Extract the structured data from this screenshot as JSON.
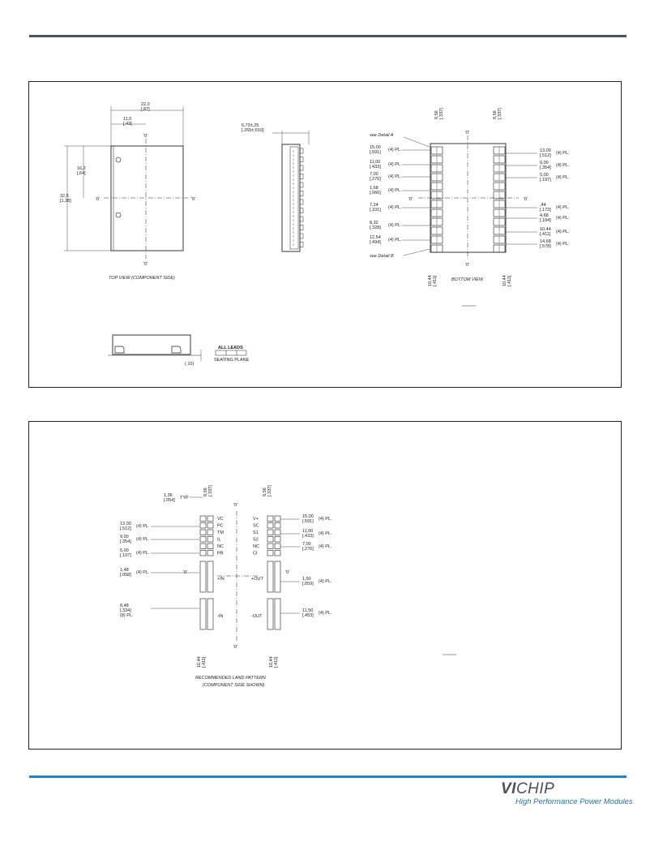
{
  "drawing1": {
    "top_view": {
      "width_dim": "22,0",
      "width_dim_in": "[.87]",
      "pitch_dim": "11,0",
      "pitch_dim_in": "[.43]",
      "height_dim": "32,5",
      "height_dim_in": "[1.28]",
      "half_height": "16,2",
      "half_height_in": "[.64]",
      "origin": "'0'",
      "caption": "TOP VIEW (COMPONENT SIDE)"
    },
    "side_view": {
      "thickness": "6,73±,25",
      "thickness_in": "[.265±.010]"
    },
    "bottom_view": {
      "caption": "BOTTOM VIEW",
      "detail_a": "see Detail A",
      "detail_b": "see Detail B",
      "origin": "'0'",
      "top_left_dim": "8,56",
      "top_left_dim_in": "[.337]",
      "top_right_dim": "8,56",
      "top_right_dim_in": "[.337]",
      "bottom_left_dim": "10,44",
      "bottom_left_dim_in": "[.411]",
      "bottom_right_dim": "10,44",
      "bottom_right_dim_in": "[.411]",
      "left_dims": [
        {
          "mm": "15,00",
          "in": "[.591]",
          "note": "(4) PL."
        },
        {
          "mm": "11,00",
          "in": "[.433]",
          "note": "(4) PL."
        },
        {
          "mm": "7,00",
          "in": "[.276]",
          "note": "(4) PL."
        },
        {
          "mm": "1,68",
          "in": "[.066]",
          "note": "(4) PL."
        },
        {
          "mm": "7,24",
          "in": "[.101]",
          "note": "(4) PL."
        },
        {
          "mm": "8,32",
          "in": "[.328]",
          "note": "(4) PL."
        },
        {
          "mm": "12,54",
          "in": "[.494]",
          "note": "(4) PL."
        }
      ],
      "right_dims": [
        {
          "mm": "13,00",
          "in": "[.512]",
          "note": "(4) PL."
        },
        {
          "mm": "9,00",
          "in": "[.354]",
          "note": "(4) PL."
        },
        {
          "mm": "5,00",
          "in": "[.197]",
          "note": "(4) PL."
        },
        {
          "mm": ",44",
          "in": "[.173]",
          "note": "(4) PL."
        },
        {
          "mm": "4,68",
          "in": "[.184]",
          "note": "(4) PL."
        },
        {
          "mm": "10,44",
          "in": "[.411]",
          "note": "(4) PL."
        },
        {
          "mm": "14,68",
          "in": "[.578]",
          "note": "(4) PL."
        }
      ]
    },
    "seating": {
      "all_leads": "ALL LEADS",
      "plane": "SEATING PLANE",
      "tolerance": "(.10)"
    }
  },
  "drawing2": {
    "caption_line1": "RECOMMENDED LAND PATTERN",
    "caption_line2": "(COMPONENT SIDE SHOWN)",
    "origin": "'0'",
    "pin_pitch": "1,36",
    "pin_pitch_in": "[.054]",
    "pin_pitch_note": "TYP",
    "top_left_dim": "8,56",
    "top_left_dim_in": "[.337]",
    "top_right_dim": "8,56",
    "top_right_dim_in": "[.337]",
    "bottom_left_dim": "10,44",
    "bottom_left_dim_in": "[.411]",
    "bottom_right_dim": "10,44",
    "bottom_right_dim_in": "[.411]",
    "left_pins": [
      "VC",
      "PC",
      "TM",
      "IL",
      "NC",
      "PR"
    ],
    "right_pins": [
      "V+",
      "SC",
      "S1",
      "S2",
      "NC",
      "CI"
    ],
    "left_power_pins": [
      "+IN",
      "-IN"
    ],
    "right_power_pins": [
      "+OUT",
      "-OUT"
    ],
    "left_dims": [
      {
        "mm": "13,00",
        "in": "[.512]",
        "note": "(4) PL."
      },
      {
        "mm": "9,00",
        "in": "[.354]",
        "note": "(4) PL."
      },
      {
        "mm": "5,00",
        "in": "[.197]",
        "note": "(4) PL."
      },
      {
        "mm": "1,48",
        "in": "[.058]",
        "note": "(4) PL."
      },
      {
        "mm": "8,48",
        "in": "[.334]",
        "note": "(8) PL."
      }
    ],
    "right_dims": [
      {
        "mm": "15,00",
        "in": "[.591]",
        "note": "(4) PL."
      },
      {
        "mm": "11,00",
        "in": "[.433]",
        "note": "(4) PL."
      },
      {
        "mm": "7,00",
        "in": "[.276]",
        "note": "(4) PL."
      },
      {
        "mm": "1,50",
        "in": "[.059]",
        "note": "(4) PL."
      },
      {
        "mm": "11,50",
        "in": "[.453]",
        "note": "(4) PL."
      }
    ]
  },
  "footer": {
    "logo_bold": "VI",
    "logo_rest": "CHIP",
    "tagline": "High Performance Power Modules"
  }
}
